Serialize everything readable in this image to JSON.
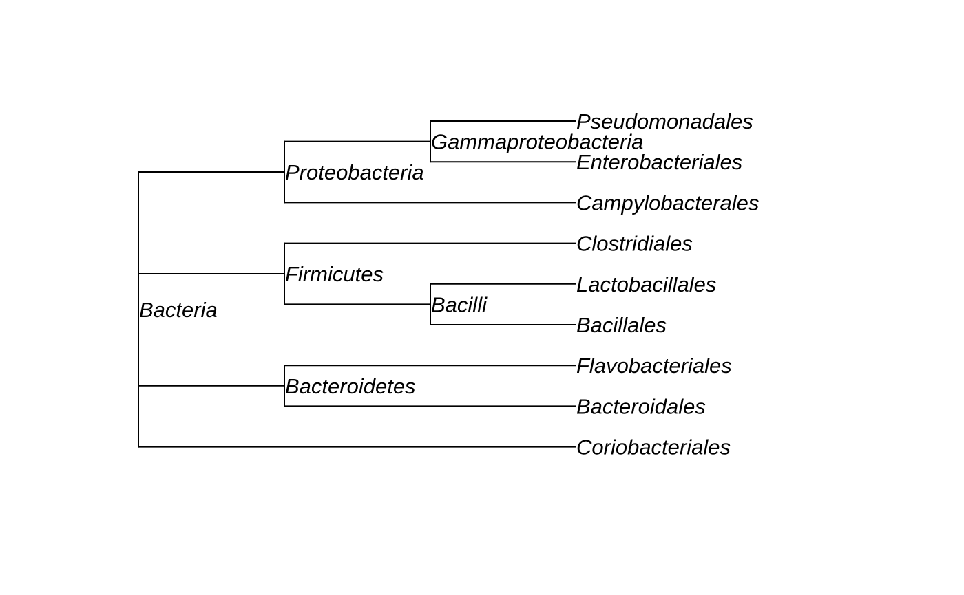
{
  "tree": {
    "name": "Bacteria",
    "children": [
      {
        "name": "Proteobacteria",
        "children": [
          {
            "name": "Gammaproteobacteria",
            "children": [
              {
                "name": "Pseudomonadales"
              },
              {
                "name": "Enterobacteriales"
              }
            ]
          },
          {
            "name": "Campylobacterales"
          }
        ]
      },
      {
        "name": "Firmicutes",
        "children": [
          {
            "name": "Clostridiales"
          },
          {
            "name": "Bacilli",
            "children": [
              {
                "name": "Lactobacillales"
              },
              {
                "name": "Bacillales"
              }
            ]
          }
        ]
      },
      {
        "name": "Bacteroidetes",
        "children": [
          {
            "name": "Flavobacteriales"
          },
          {
            "name": "Bacteroidales"
          }
        ]
      },
      {
        "name": "Coriobacteriales"
      }
    ]
  },
  "colors": {
    "line": "#000000",
    "text": "#000000",
    "background": "#ffffff"
  }
}
